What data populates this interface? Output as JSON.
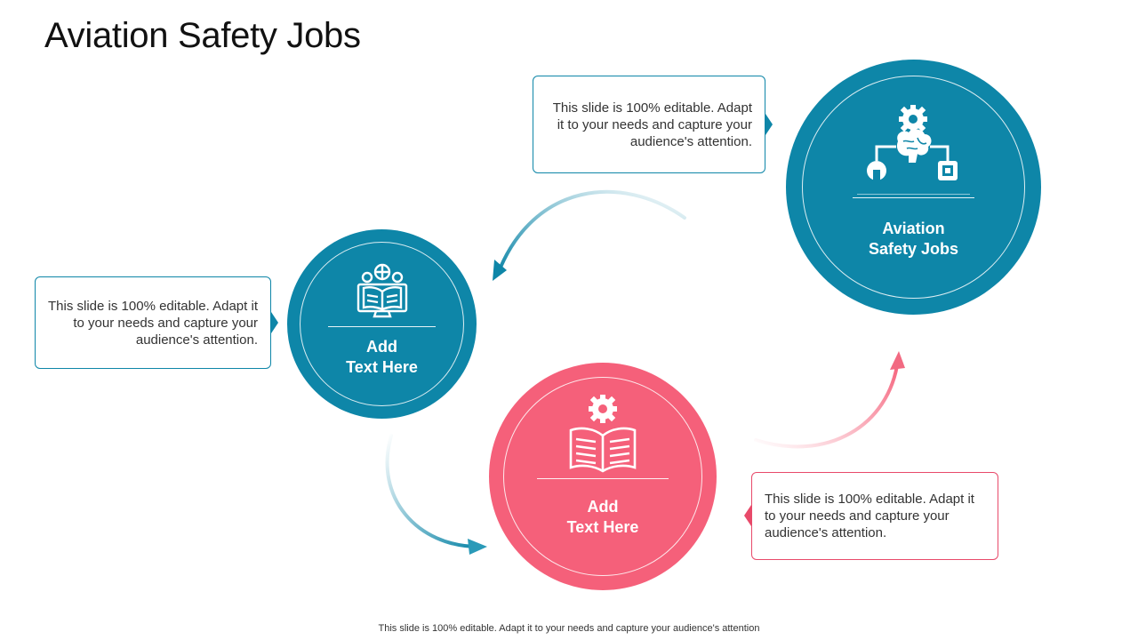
{
  "title": "Aviation Safety Jobs",
  "colors": {
    "teal": "#0e86a8",
    "pink": "#f5607a"
  },
  "callouts": [
    {
      "id": "top",
      "text": "This slide is 100% editable. Adapt it to your needs and capture your audience's attention."
    },
    {
      "id": "left",
      "text": "This slide is 100% editable. Adapt it to your needs and capture your audience's attention."
    },
    {
      "id": "bottom-right",
      "text": "This slide is 100% editable. Adapt it to your needs and capture your audience's attention."
    }
  ],
  "circles": [
    {
      "id": "main",
      "label_line1": "Aviation",
      "label_line2": "Safety Jobs",
      "icon": "brain-gear-circuit-icon"
    },
    {
      "id": "left",
      "label_line1": "Add",
      "label_line2": "Text Here",
      "icon": "book-monitor-icon"
    },
    {
      "id": "bottom",
      "label_line1": "Add",
      "label_line2": "Text Here",
      "icon": "book-gear-icon"
    }
  ],
  "footer": "This slide is 100% editable. Adapt it to your needs and capture your audience's attention"
}
